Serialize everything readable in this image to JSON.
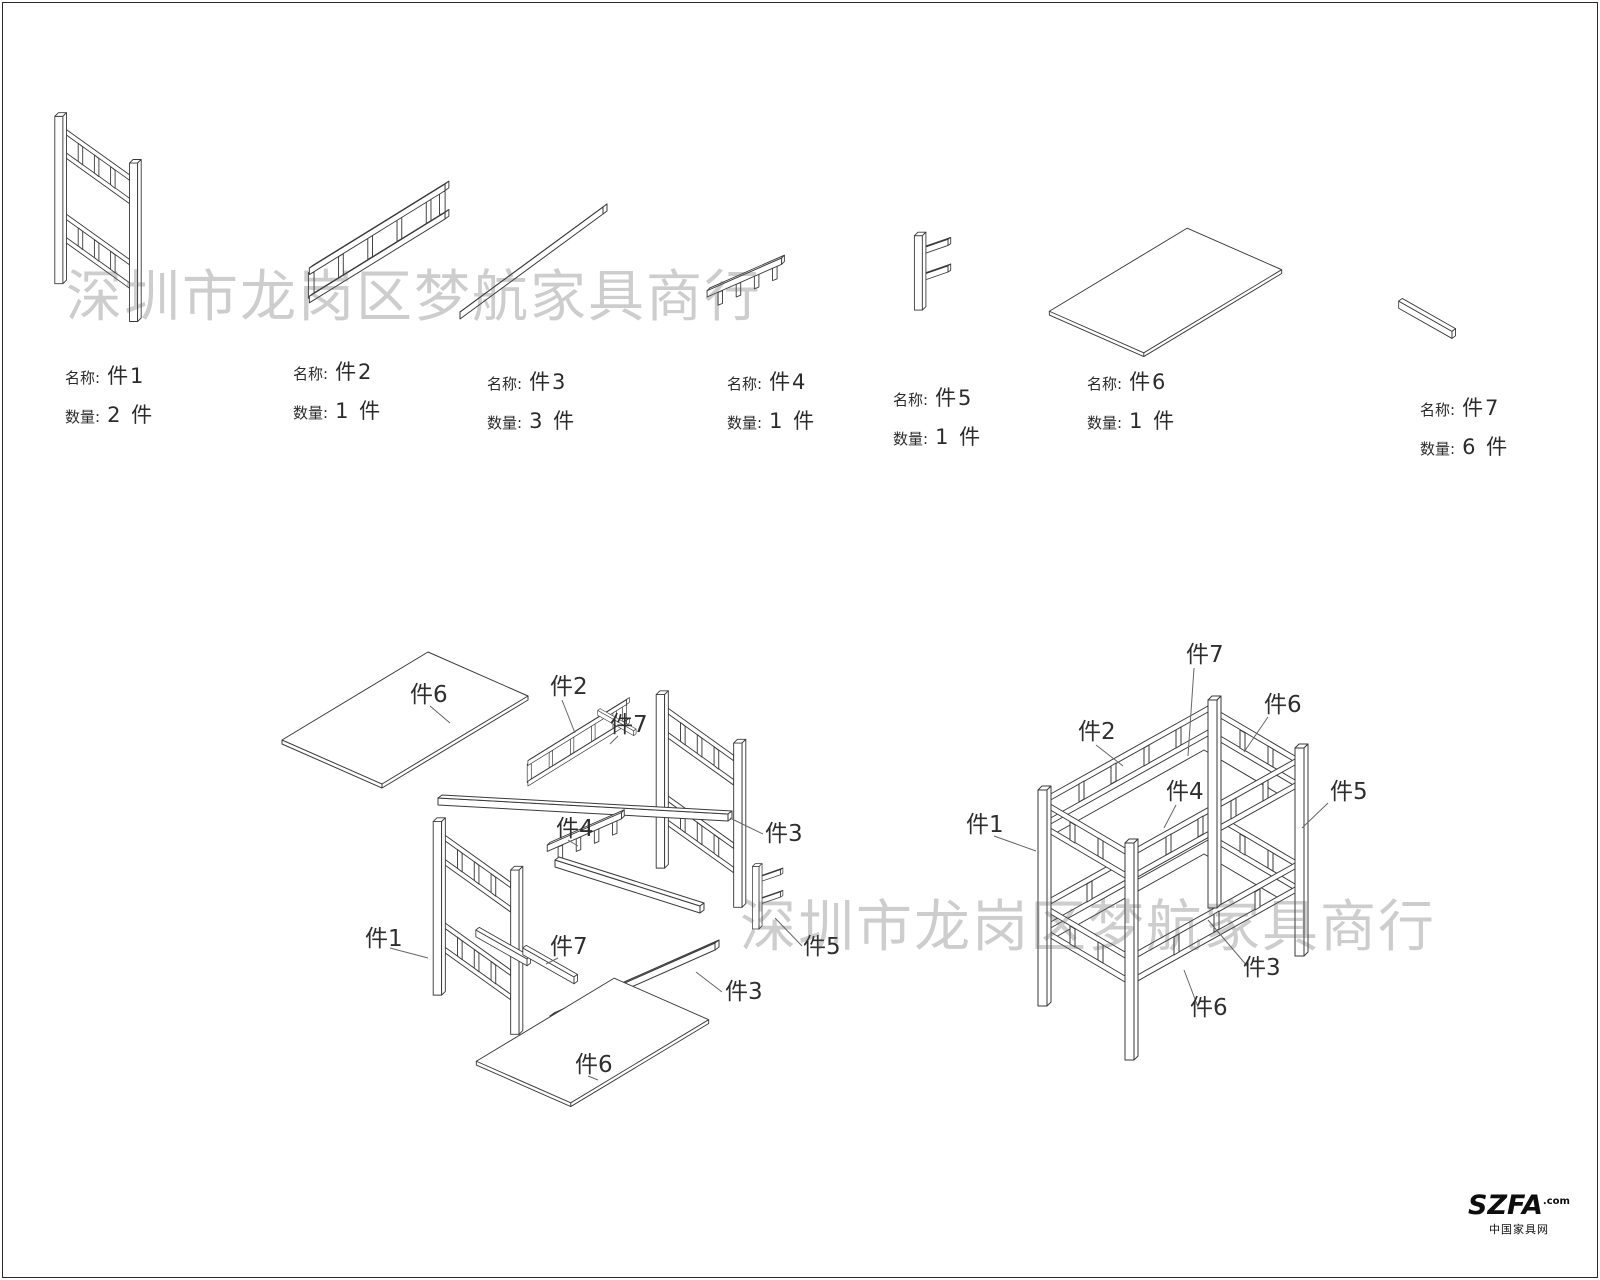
{
  "page": {
    "watermark": "深圳市龙岗区梦航家具商行",
    "logo": {
      "brand": "SZFA",
      "suffix": ".com",
      "caption": "中国家具网"
    }
  },
  "labels": {
    "name": "名称:",
    "qty": "数量:"
  },
  "parts": [
    {
      "name": "件1",
      "qty": "2 件"
    },
    {
      "name": "件2",
      "qty": "1 件"
    },
    {
      "name": "件3",
      "qty": "3 件"
    },
    {
      "name": "件4",
      "qty": "1 件"
    },
    {
      "name": "件5",
      "qty": "1 件"
    },
    {
      "name": "件6",
      "qty": "1 件"
    },
    {
      "name": "件7",
      "qty": "6 件"
    }
  ],
  "exploded": {
    "callouts": [
      "件6",
      "件2",
      "件7",
      "件4",
      "件3",
      "件1",
      "件7",
      "件5",
      "件3",
      "件6"
    ]
  },
  "assembled": {
    "callouts": [
      "件7",
      "件6",
      "件2",
      "件4",
      "件5",
      "件1",
      "件3",
      "件6"
    ]
  }
}
